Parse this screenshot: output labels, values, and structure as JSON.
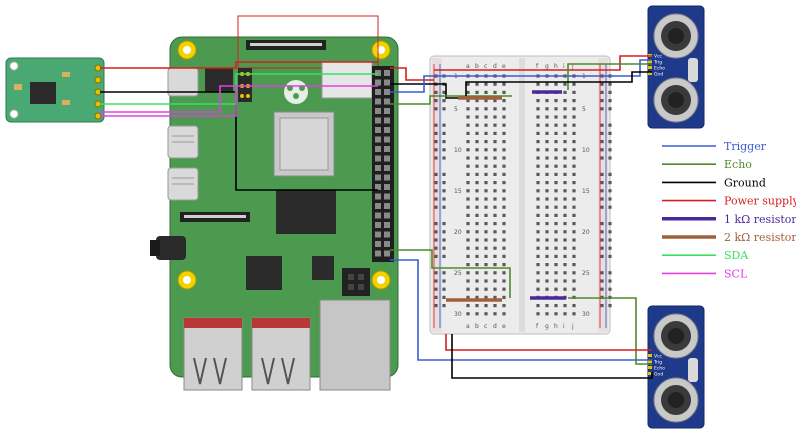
{
  "legend": [
    {
      "label": "Trigger",
      "color": "#3a5bd0",
      "style": "thin"
    },
    {
      "label": "Echo",
      "color": "#4f8a2a",
      "style": "thin"
    },
    {
      "label": "Ground",
      "color": "#000000",
      "style": "thin"
    },
    {
      "label": "Power supply",
      "color": "#d42020",
      "style": "thin"
    },
    {
      "label": "1 kΩ resistor",
      "color": "#4a2a9a",
      "style": "thick"
    },
    {
      "label": "2 kΩ resistor",
      "color": "#a0603a",
      "style": "thick"
    },
    {
      "label": "SDA",
      "color": "#3ae060",
      "style": "thin"
    },
    {
      "label": "SCL",
      "color": "#e040e0",
      "style": "thin"
    }
  ],
  "breadboard": {
    "column_letters_left": [
      "a",
      "b",
      "c",
      "d",
      "e"
    ],
    "column_letters_right": [
      "f",
      "g",
      "h",
      "i",
      "j"
    ],
    "row_numbers": [
      "1",
      "5",
      "10",
      "15",
      "20",
      "25",
      "30"
    ]
  },
  "sensor_pins": [
    "Vcc",
    "Trig",
    "Echo",
    "Gnd"
  ],
  "colors": {
    "board": "#4a9a4a",
    "board_dark": "#2f6f36",
    "sensor": "#1f3a8a",
    "imu": "#3a9a6a"
  }
}
